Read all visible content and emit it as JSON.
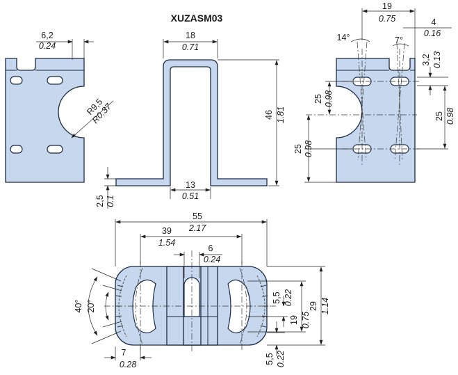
{
  "title": "XUZASM03",
  "colors": {
    "part_fill": "#c7d8ee",
    "outline": "#1b2a44",
    "dimension": "#222222"
  },
  "views": {
    "left": {
      "width_mm": "6,2",
      "width_in": "0.24",
      "radius_mm": "R9,5",
      "radius_in": "R0.37"
    },
    "front": {
      "top_mm": "18",
      "top_in": "0.71",
      "height_mm": "46",
      "height_in": "1.81",
      "bottom_mm": "13",
      "bottom_in": "0.51",
      "thick_mm": "2,5",
      "thick_in": "0.1"
    },
    "right": {
      "spacing_mm": "19",
      "spacing_in": "0.75",
      "edge_mm": "4",
      "edge_in": "0.16",
      "angle_a": "14°",
      "angle_b": "7°",
      "slot_mm": "3,2",
      "slot_in": "0.13",
      "upper_mm": "25",
      "upper_in": "0.98",
      "lower_mm": "25",
      "lower_in": "0.98",
      "total_mm": "25",
      "total_in": "0.98"
    },
    "bottom": {
      "length_mm": "55",
      "length_in": "2.17",
      "holes_mm": "39",
      "holes_in": "1.54",
      "slot_mm": "6",
      "slot_in": "0.24",
      "height_mm": "29",
      "height_in": "1.14",
      "pitch_mm": "19",
      "pitch_in": "0.75",
      "offset_mm": "5,5",
      "offset_in": "0.22",
      "edge_mm": "5,5",
      "edge_in": "0.22",
      "margin_mm": "7",
      "margin_in": "0.28",
      "angle_outer": "40°",
      "angle_inner": "20°"
    }
  }
}
